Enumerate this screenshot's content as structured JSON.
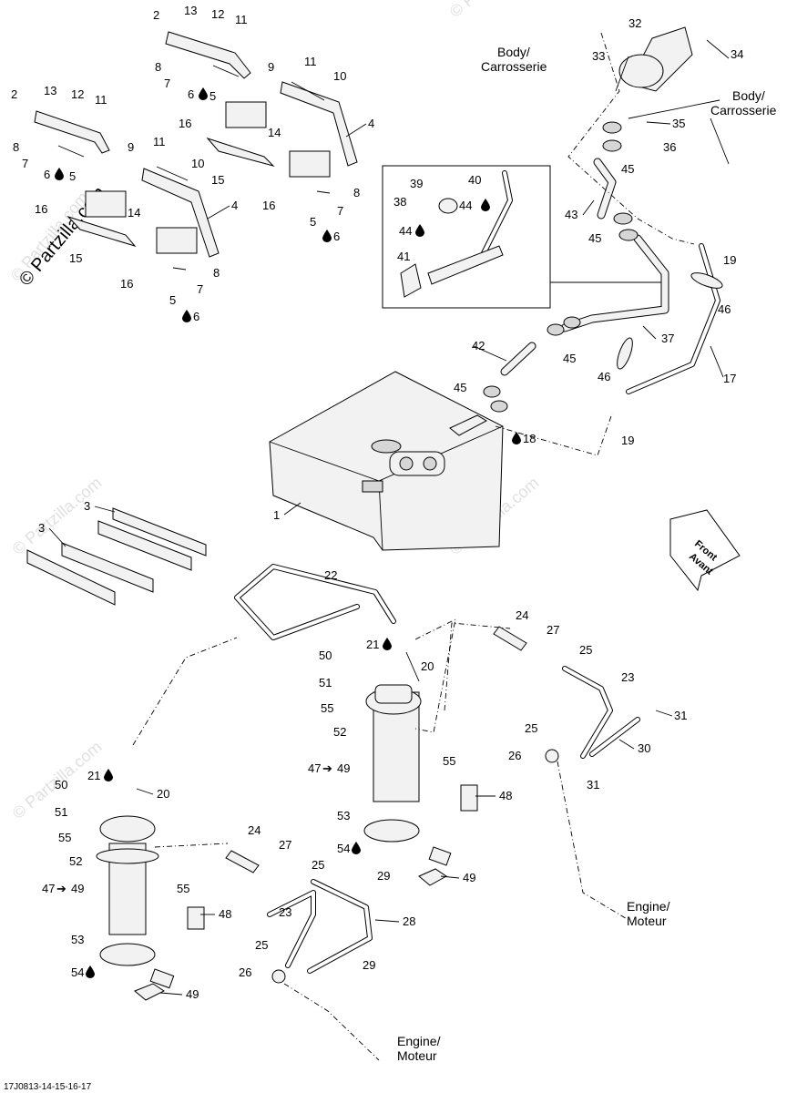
{
  "watermark": "© Partzilla.com",
  "footer_code": "17J0813-14-15-16-17",
  "labels": {
    "body": "Body/",
    "carrosserie": "Carrosserie",
    "engine": "Engine/",
    "moteur": "Moteur",
    "front": "Front",
    "avant": "Avant"
  },
  "callouts": [
    "1",
    "2",
    "3",
    "4",
    "5",
    "6",
    "7",
    "8",
    "9",
    "10",
    "11",
    "12",
    "13",
    "14",
    "15",
    "16",
    "17",
    "18",
    "19",
    "20",
    "21",
    "22",
    "23",
    "24",
    "25",
    "26",
    "27",
    "28",
    "29",
    "30",
    "31",
    "32",
    "33",
    "34",
    "35",
    "36",
    "37",
    "38",
    "39",
    "40",
    "41",
    "42",
    "43",
    "44",
    "45",
    "46",
    "47",
    "48",
    "49",
    "50",
    "51",
    "52",
    "53",
    "54",
    "55"
  ],
  "range_callout": {
    "from": "47",
    "arrow": "➔",
    "to": "49"
  }
}
